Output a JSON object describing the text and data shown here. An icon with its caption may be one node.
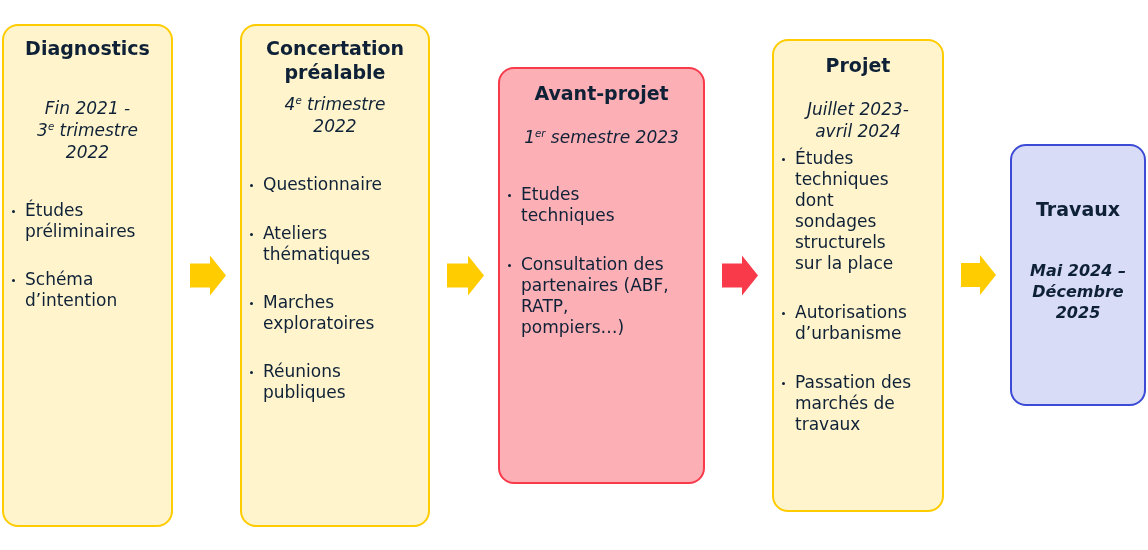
{
  "diagram": {
    "nodes": [
      {
        "text": [
          "Diagnostics",
          "Fin 2021 - 3$^{e}$ trimestre 2022",
          "Études préliminaires",
          "Schéma d’intention"
        ]
      },
      {
        "text": [
          "Concertation préalable",
          "4$^{e}$ trimestre 2022",
          "Questionnaire",
          "Ateliers thématiques",
          "Marches exploratoires",
          "Réunions publiques"
        ]
      },
      {
        "text": [
          "Avant-projet",
          "1$^{er}$ semestre 2023",
          "Etudes techniques",
          "Consultation des partenaires (ABF, RATP, pompiers…)"
        ]
      },
      {
        "text": [
          "Projet",
          "Juillet 2023-avril 2024",
          "Études techniques dont sondages structurels sur la place",
          "Autorisations d’urbanisme",
          "Passation des marchés de travaux"
        ]
      },
      {
        "text": [
          "Travaux",
          "Mai 2024 – Décembre 2025"
        ]
      }
    ],
    "edges": [
      {
        "from": 0,
        "to": 1,
        "arrow": "to"
      },
      {
        "from": 1,
        "to": 2,
        "arrow": "to"
      },
      {
        "from": 2,
        "to": 3,
        "arrow": "to",
        "color": "#f93a4a"
      },
      {
        "from": 3,
        "to": 4,
        "arrow": "to"
      }
    ]
  }
}
